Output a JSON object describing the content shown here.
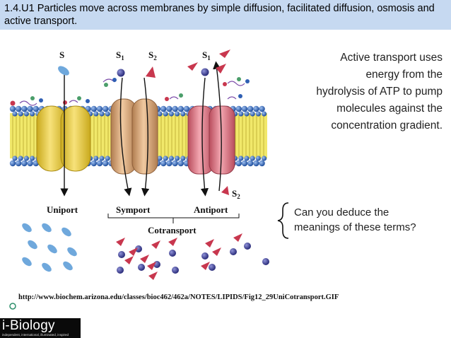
{
  "header": {
    "title": "1.4.U1 Particles move across membranes by simple diffusion, facilitated diffusion, osmosis and active transport."
  },
  "figure": {
    "labels": {
      "s": "S",
      "s1_symport": "S",
      "s1_symport_sub": "1",
      "s2_symport": "S",
      "s2_symport_sub": "2",
      "s1_antiport": "S",
      "s1_antiport_sub": "1",
      "s2_antiport": "S",
      "s2_antiport_sub": "2",
      "uniport": "Uniport",
      "symport": "Symport",
      "antiport": "Antiport",
      "cotransport": "Cotransport"
    },
    "url": "http://www.biochem.arizona.edu/classes/bioc462/462a/NOTES/LIPIDS/Fig12_29UniCotransport.GIF"
  },
  "note": {
    "lines": [
      "Active transport uses",
      "energy from the",
      "hydrolysis of ATP to pump",
      "molecules against the",
      "concentration gradient."
    ]
  },
  "question": {
    "lines": [
      "Can you deduce the",
      "meanings of these terms?"
    ]
  },
  "logo": {
    "name": "i-Biology",
    "tagline": "independent, international, illuminated, inspired"
  },
  "colors": {
    "header_bg": "#c6d9f1",
    "lipid_head": "#3d6fc4",
    "lipid_tail": "#f1e86a",
    "uniport_protein": "#f0d552",
    "symport_protein": "#e8b98a",
    "antiport_protein": "#e07f8c",
    "s_molecule": "#6fa8dc",
    "s1_molecule": "#4b4ea8",
    "s2_molecule": "#c8374e"
  }
}
